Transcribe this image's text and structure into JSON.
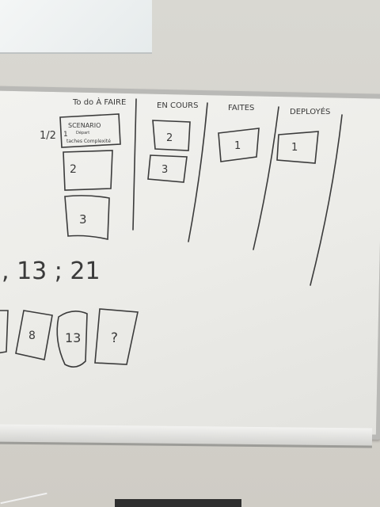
{
  "board": {
    "columns": [
      {
        "label": "To do À FAIRE"
      },
      {
        "label": "EN COURS"
      },
      {
        "label": "FAITES"
      },
      {
        "label": "DEPLOYÉS"
      }
    ],
    "row_label": "1/2",
    "todo_cards": [
      {
        "title": "SCENARIO",
        "line2": "Départ",
        "line3": "1",
        "line4": "taches Complexité"
      },
      {
        "title": "2"
      },
      {
        "title": "3"
      }
    ],
    "doing_cards": [
      "2",
      "3"
    ],
    "done_cards": [
      "1"
    ],
    "deployed_cards": [
      "1"
    ],
    "sequence": ", 13 ; 21",
    "estimate_cards": [
      "8",
      "13",
      "?"
    ]
  },
  "colors": {
    "wall": "#d6d4ce",
    "board_surface": "#eeeeeb",
    "board_frame": "#b9b9b6",
    "marker": "#3b3b3b"
  }
}
